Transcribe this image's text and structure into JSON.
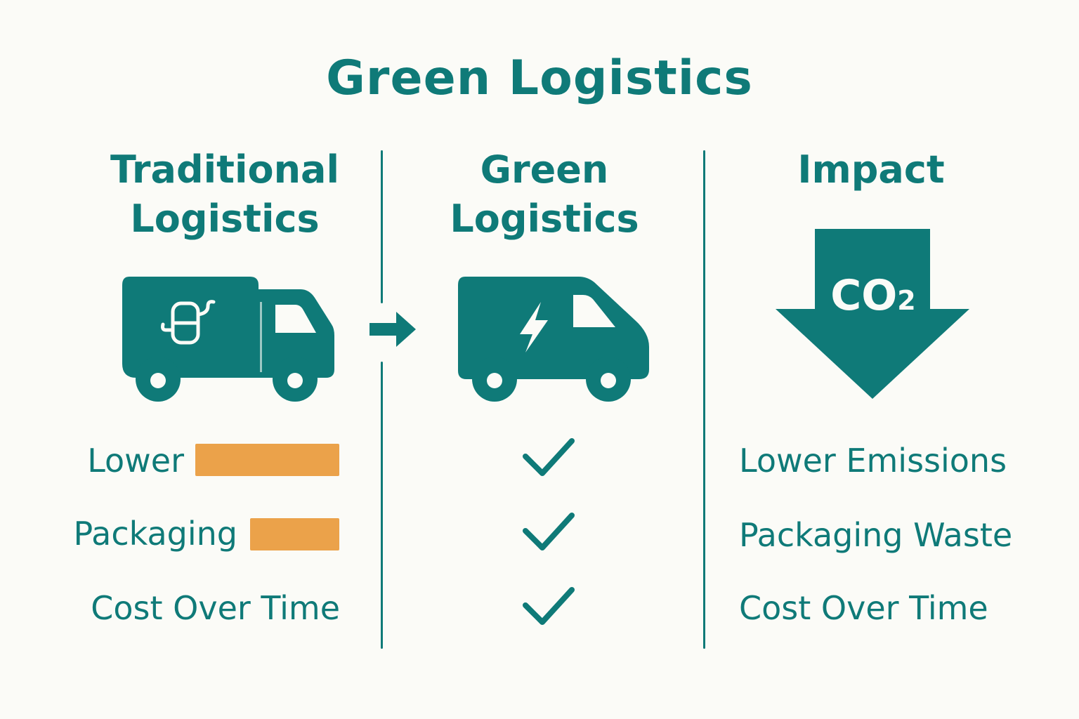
{
  "title": "Green Logistics",
  "columns": {
    "traditional": {
      "line1": "Traditional",
      "line2": "Logistics"
    },
    "green": {
      "line1": "Green",
      "line2": "Logistics"
    },
    "impact": {
      "heading": "Impact",
      "co2_label": "CO",
      "co2_subscript": "2"
    }
  },
  "traditional_rows": [
    {
      "label": "Lower",
      "bar_fraction": 0.4
    },
    {
      "label": "Packaging",
      "bar_fraction": 0.25
    },
    {
      "label": "Cost Over Time"
    }
  ],
  "impact_rows": [
    {
      "label": "Lower Emissions"
    },
    {
      "label": "Packaging Waste"
    },
    {
      "label": "Cost Over Time"
    }
  ],
  "icons": {
    "traditional": "fuel-truck-icon",
    "arrow": "right-arrow-icon",
    "green": "electric-van-icon",
    "impact": "co2-down-arrow-icon",
    "check": "checkmark-icon"
  },
  "colors": {
    "primary": "#0f7a78",
    "accent": "#eba24a",
    "background": "#fbfbf7"
  }
}
